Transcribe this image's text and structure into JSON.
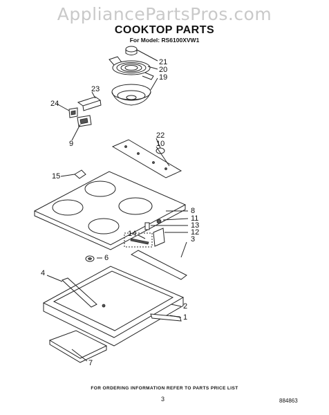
{
  "watermark": "AppliancePartsPros.com",
  "title": "COOKTOP PARTS",
  "model": "For Model: RS6100XVW1",
  "footer": {
    "note": "FOR ORDERING INFORMATION REFER TO PARTS PRICE LIST",
    "page": "3",
    "code": "884863"
  },
  "callouts": {
    "c21": "21",
    "c20": "20",
    "c19": "19",
    "c23": "23",
    "c24": "24",
    "c9": "9",
    "c22": "22",
    "c10": "10",
    "c15": "15",
    "c8": "8",
    "c11": "11",
    "c13": "13",
    "c12": "12",
    "c14": "14",
    "c3": "3",
    "c6": "6",
    "c4": "4",
    "c2": "2",
    "c1": "1",
    "c7": "7"
  }
}
